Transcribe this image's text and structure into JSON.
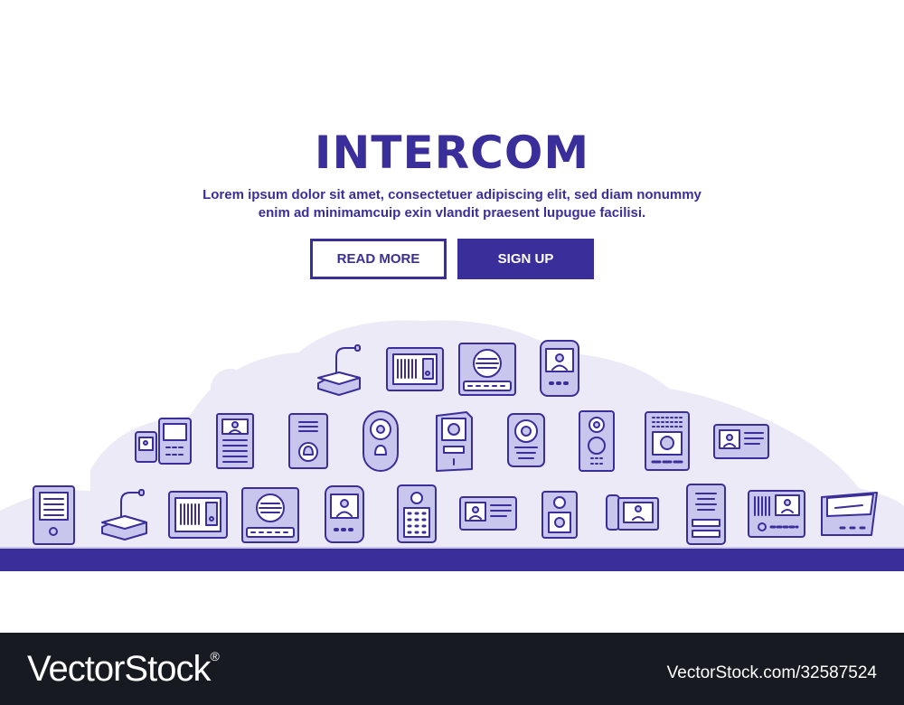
{
  "hero": {
    "title": "INTERCOM",
    "description_line1": "Lorem ipsum dolor sit amet, consectetuer adipiscing elit, sed diam nonummy",
    "description_line2": "enim ad minimamcuip exin vlandit praesent lupugue facilisi.",
    "read_more_label": "READ MORE",
    "sign_up_label": "SIGN UP"
  },
  "colors": {
    "primary": "#3a2e9a",
    "icon_fill": "#c9c6ee",
    "background_blob": "#eceaf6",
    "watermark_bar": "#181a22"
  },
  "icons": [
    "desk-microphone-icon",
    "intercom-panel-icon",
    "speaker-intercom-icon",
    "video-phone-icon",
    "video-intercom-pair-icon",
    "apartment-intercom-icon",
    "doorbell-speaker-icon",
    "oval-doorbell-icon",
    "door-station-icon",
    "camera-intercom-icon",
    "camera-doorbell-icon",
    "speaker-camera-panel-icon",
    "video-monitor-icon",
    "wall-intercom-icon",
    "desk-microphone-icon",
    "intercom-panel-icon",
    "speaker-intercom-icon",
    "video-phone-icon",
    "keypad-intercom-icon",
    "video-monitor-icon",
    "camera-door-station-icon",
    "handset-monitor-icon",
    "speaker-panel-icon",
    "intercom-monitor-icon",
    "angled-intercom-icon"
  ],
  "watermark": {
    "brand": "VectorStock",
    "registered": "®",
    "image_id": "VectorStock.com/32587524"
  }
}
